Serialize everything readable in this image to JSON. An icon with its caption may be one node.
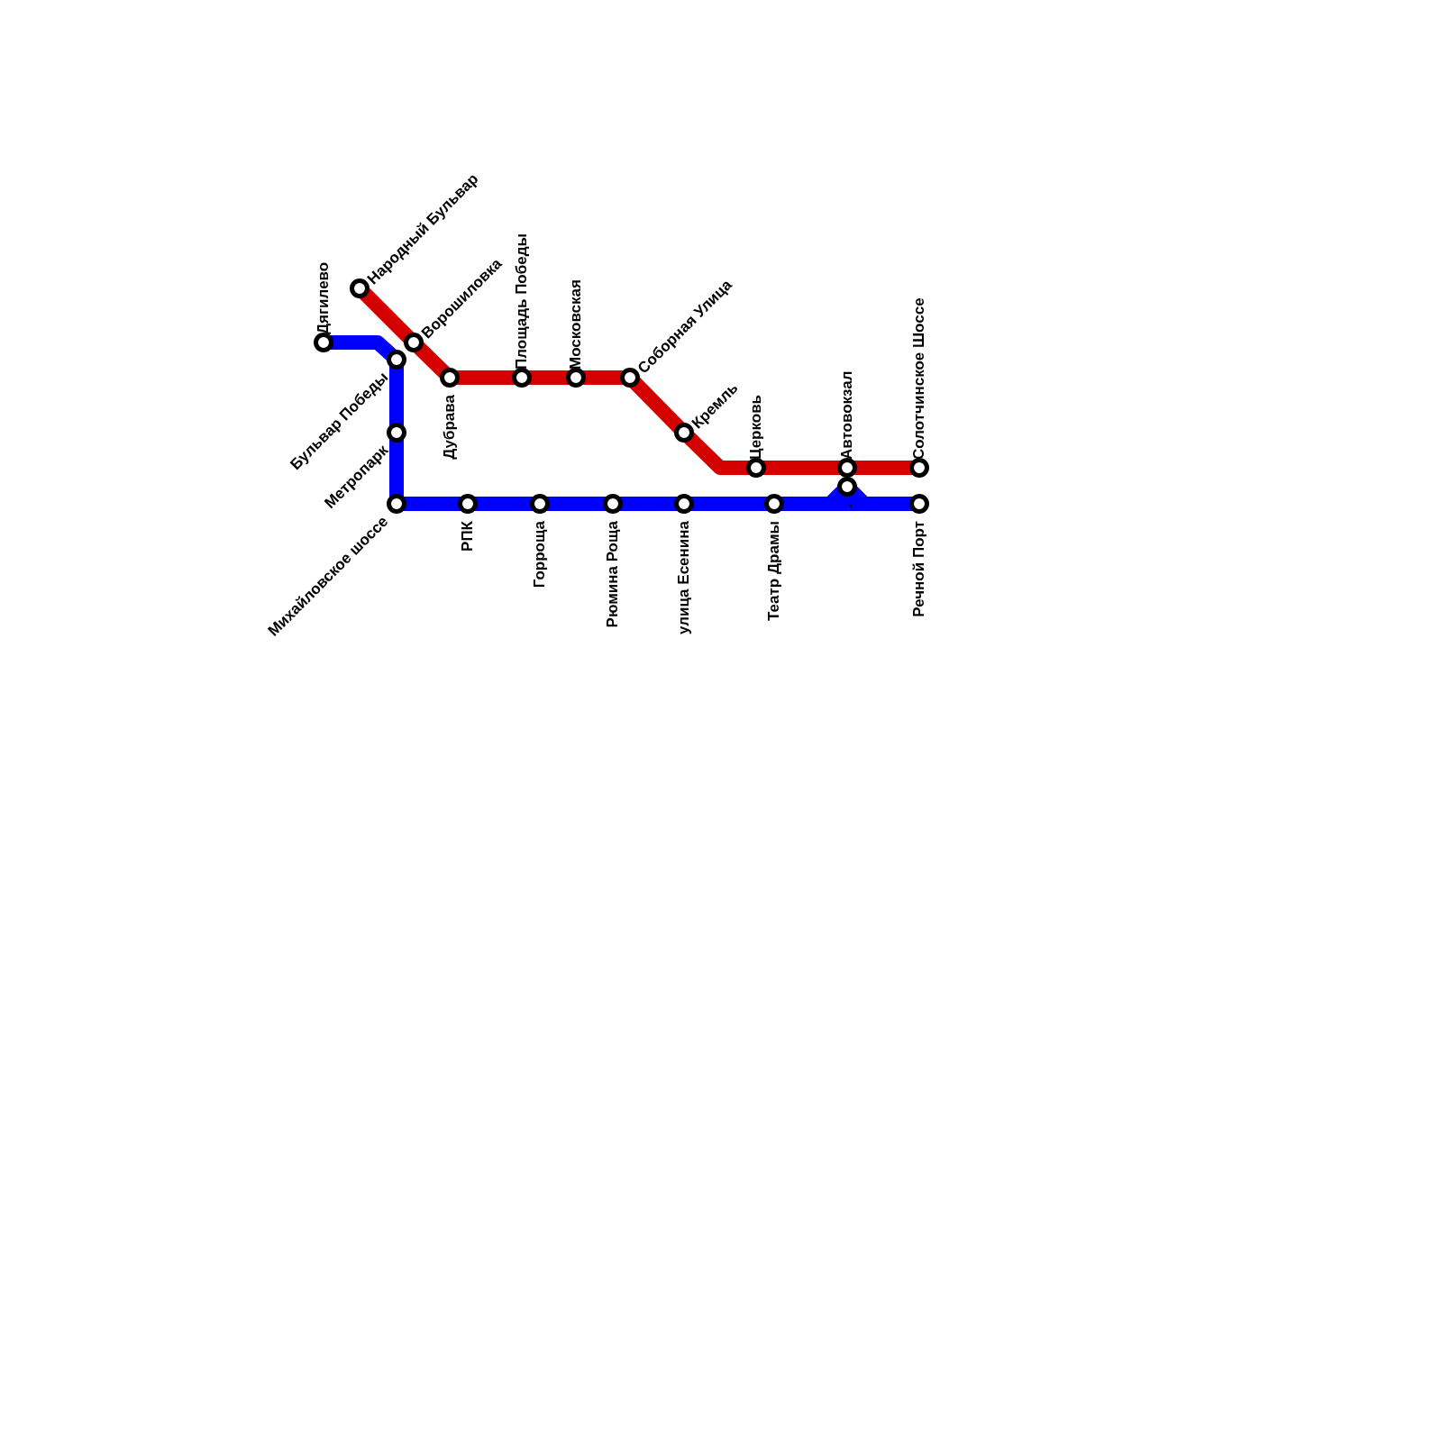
{
  "diagram": {
    "nodes": [
      {
        "text": [
          "Народный Бульвар"
        ]
      },
      {
        "text": [
          "Ворошиловка"
        ]
      },
      {
        "text": [
          "Дубрава"
        ]
      },
      {
        "text": [
          "Площадь Победы"
        ]
      },
      {
        "text": [
          "Московская"
        ]
      },
      {
        "text": [
          "Соборная Улица"
        ]
      },
      {
        "text": [
          "Кремль"
        ]
      },
      {
        "text": [
          "Церковь"
        ]
      },
      {
        "text": [
          "Автовокзал"
        ]
      },
      {
        "text": [
          "Солотчинское Шоссе"
        ]
      },
      {
        "text": [
          "Дягилево"
        ]
      },
      {
        "text": [
          "Бульвар Победы"
        ]
      },
      {
        "text": [
          "Метропарк"
        ]
      },
      {
        "text": [
          "Михайловское шоссе"
        ]
      },
      {
        "text": [
          "РПК"
        ]
      },
      {
        "text": [
          "Горроща"
        ]
      },
      {
        "text": [
          "Рюмина Роща"
        ]
      },
      {
        "text": [
          "улица Есенина"
        ]
      },
      {
        "text": [
          "Театр Драмы"
        ]
      },
      {
        "text": [
          "."
        ]
      },
      {
        "text": [
          "Речной Порт"
        ]
      }
    ],
    "edges": [
      {
        "from": 10,
        "to": 11,
        "arrow": "none",
        "color": "#0000ff"
      },
      {
        "from": 11,
        "to": 12,
        "arrow": "none",
        "color": "#0000ff"
      },
      {
        "from": 12,
        "to": 13,
        "arrow": "none",
        "color": "#0000ff"
      },
      {
        "from": 13,
        "to": 14,
        "arrow": "none",
        "color": "#0000ff"
      },
      {
        "from": 14,
        "to": 15,
        "arrow": "none",
        "color": "#0000ff"
      },
      {
        "from": 15,
        "to": 16,
        "arrow": "none",
        "color": "#0000ff"
      },
      {
        "from": 16,
        "to": 17,
        "arrow": "none",
        "color": "#0000ff"
      },
      {
        "from": 17,
        "to": 18,
        "arrow": "none",
        "color": "#0000ff"
      },
      {
        "from": 18,
        "to": 19,
        "arrow": "none",
        "color": "#0000ff"
      },
      {
        "from": 19,
        "to": 20,
        "arrow": "none",
        "color": "#0000ff"
      },
      {
        "from": 18,
        "to": 20,
        "arrow": "none",
        "color": "#0000ff"
      },
      {
        "from": 0,
        "to": 1,
        "arrow": "none",
        "color": "#d40000"
      },
      {
        "from": 1,
        "to": 2,
        "arrow": "none",
        "color": "#d40000"
      },
      {
        "from": 2,
        "to": 3,
        "arrow": "none",
        "color": "#d40000"
      },
      {
        "from": 3,
        "to": 4,
        "arrow": "none",
        "color": "#d40000"
      },
      {
        "from": 4,
        "to": 5,
        "arrow": "none",
        "color": "#d40000"
      },
      {
        "from": 5,
        "to": 6,
        "arrow": "none",
        "color": "#d40000"
      },
      {
        "from": 6,
        "to": 7,
        "arrow": "none",
        "color": "#d40000"
      },
      {
        "from": 7,
        "to": 8,
        "arrow": "none",
        "color": "#d40000"
      },
      {
        "from": 8,
        "to": 9,
        "arrow": "none",
        "color": "#d40000"
      }
    ]
  }
}
